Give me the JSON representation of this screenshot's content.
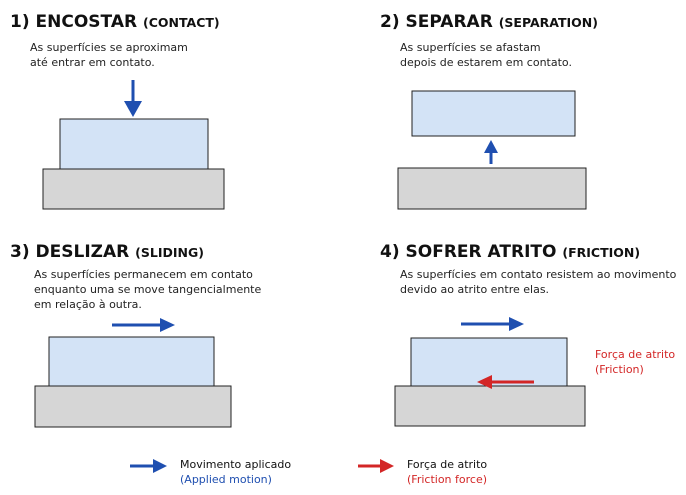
{
  "panels": [
    {
      "number": "1)",
      "title_pt": "ENCOSTAR",
      "title_en": "(CONTACT)",
      "desc": [
        "As superfícies se aproximam",
        "até entrar em contato."
      ]
    },
    {
      "number": "2)",
      "title_pt": "SEPARAR",
      "title_en": "(SEPARATION)",
      "desc": [
        "As superfícies se afastam",
        "depois de estarem em contato."
      ]
    },
    {
      "number": "3)",
      "title_pt": "DESLIZAR",
      "title_en": "(SLIDING)",
      "desc": [
        "As superfícies permanecem em contato",
        "enquanto uma se move tangencialmente",
        "em relação à outra."
      ]
    },
    {
      "number": "4)",
      "title_pt": "SOFRER ATRITO",
      "title_en": "(FRICTION)",
      "desc": [
        "As superfícies em contato resistem ao movimento",
        "devido ao atrito entre elas."
      ],
      "friction_label": [
        "Força de atrito",
        "(Friction)"
      ]
    }
  ],
  "legend": {
    "applied": {
      "label": "Movimento aplicado",
      "sublabel": "(Applied motion)"
    },
    "friction": {
      "label": "Força de atrito",
      "sublabel": "(Friction force)"
    }
  },
  "colors": {
    "top_block": "#d3e3f6",
    "bottom_block": "#d6d6d6",
    "outline": "#222222",
    "applied_arrow": "#1f4fb0",
    "friction_arrow": "#d32626"
  }
}
